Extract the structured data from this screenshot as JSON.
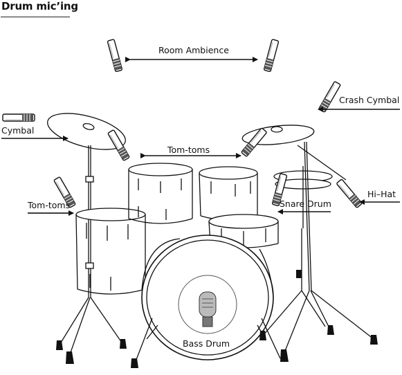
{
  "title": "Drum mic’ing",
  "labels": {
    "room_ambience": "Room Ambience",
    "crash_cymbal": "Crash Cymbal",
    "cymbal": "Cymbal",
    "tom_toms_top": "Tom-toms",
    "tom_toms_left": "Tom-toms",
    "hi_hat": "Hi–Hat",
    "snare_drum": "Snare Drum",
    "bass_drum": "Bass Drum"
  }
}
